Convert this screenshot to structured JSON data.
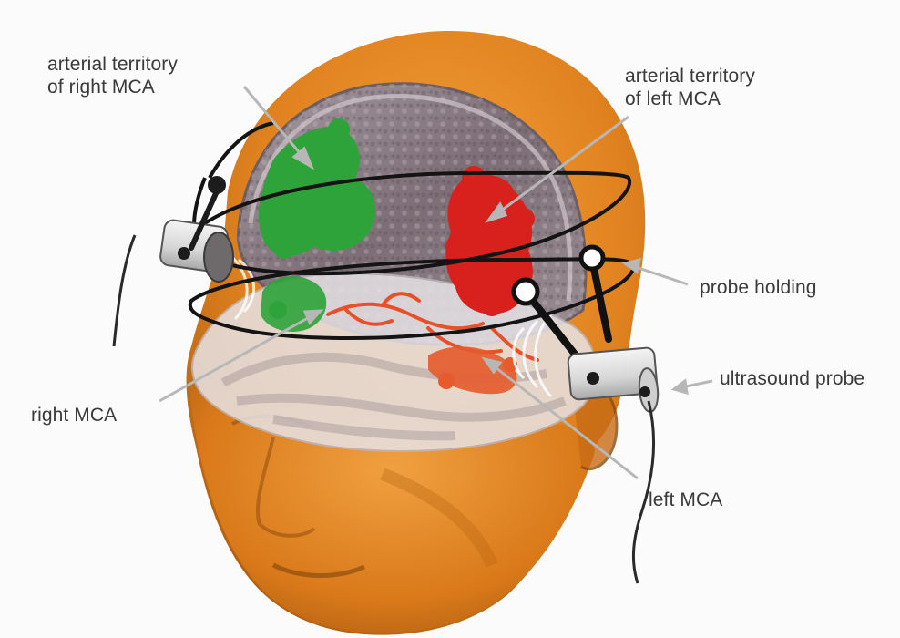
{
  "labels": {
    "right_territory_line1": "arterial territory",
    "right_territory_line2": "of right MCA",
    "left_territory_line1": "arterial territory",
    "left_territory_line2": "of left MCA",
    "probe_holding": "probe holding",
    "ultrasound_probe": "ultrasound probe",
    "right_mca": "right MCA",
    "left_mca": "left MCA"
  },
  "colors": {
    "skin": "#e0821f",
    "right_territory": "#2ea33a",
    "left_territory": "#d8201c",
    "mca_vessels": "#e8502a",
    "brain_slice": "#8e7f86",
    "probe_body": "#dcdcdc",
    "leader_line": "#a9a9a9"
  }
}
